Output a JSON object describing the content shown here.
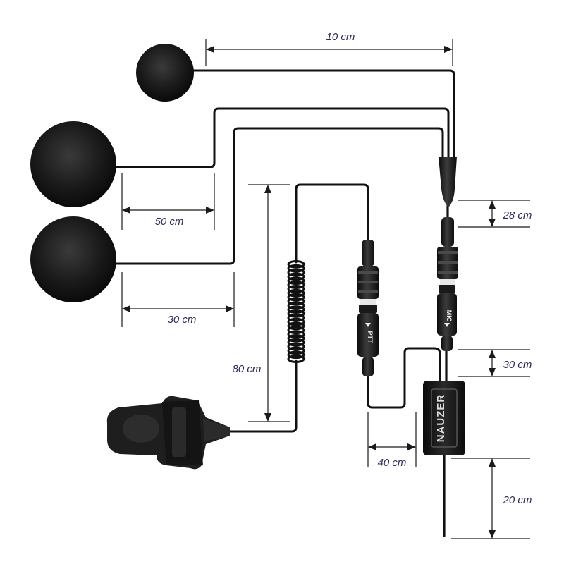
{
  "dimensions": {
    "top_speaker": "10 cm",
    "speaker_drop": "50 cm",
    "speaker_lower": "30 cm",
    "coil": "80 cm",
    "connector_gap": "28 cm",
    "ptt_to_box": "30 cm",
    "ptt_offset": "40 cm",
    "tail": "20 cm"
  },
  "labels": {
    "ptt_plug": "PTT",
    "mic_plug": "MIC",
    "brand": "NAUZER"
  },
  "colors": {
    "cable": "#111111",
    "foam": "#1b1b1b",
    "dimension_text": "#2e2a5a",
    "accent_ring": "#e8e8e8"
  }
}
